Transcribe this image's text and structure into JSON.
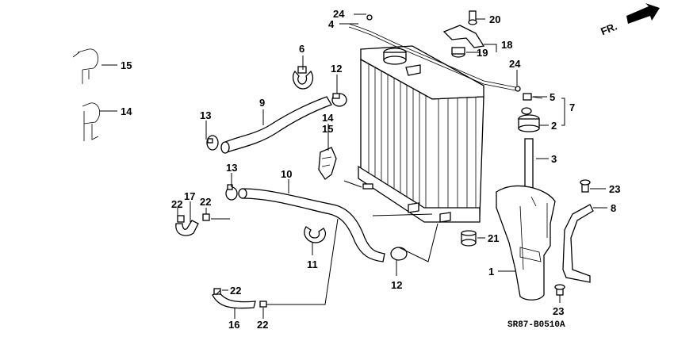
{
  "diagram": {
    "callouts": [
      "1",
      "2",
      "3",
      "4",
      "5",
      "6",
      "7",
      "8",
      "9",
      "10",
      "11",
      "12",
      "12",
      "13",
      "13",
      "14",
      "14",
      "15",
      "15",
      "16",
      "17",
      "18",
      "19",
      "20",
      "21",
      "22",
      "22",
      "22",
      "22",
      "23",
      "23",
      "24",
      "24"
    ],
    "direction_label": "FR.",
    "drawing_code": "SR87-B0510A"
  }
}
